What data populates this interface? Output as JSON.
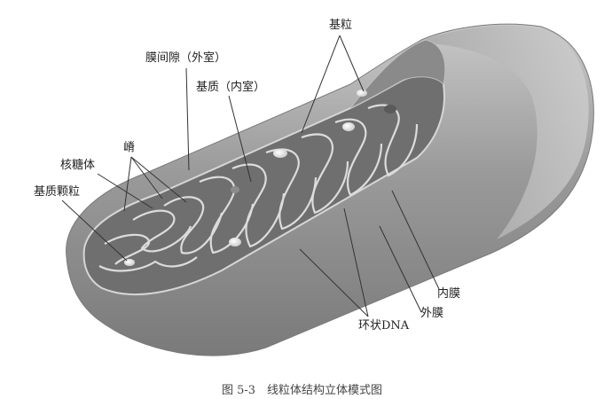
{
  "labels": {
    "ribosome_particle": "基粒",
    "intermembrane_space": "膜间隙（外室）",
    "matrix": "基质（内室）",
    "cristae": "嵴",
    "ribosome": "核糖体",
    "matrix_granule": "基质颗粒",
    "inner_membrane": "内膜",
    "outer_membrane": "外膜",
    "circular_dna": "环状DNA"
  },
  "caption": "图 5-3　线粒体结构立体模式图",
  "colors": {
    "outer_shell": "#8e8e8e",
    "outer_shell_light": "#bdbdbd",
    "inner_cut_surface": "#6c6c6c",
    "cristae_outline": "#d9d9d9",
    "leader_line": "#333333"
  }
}
